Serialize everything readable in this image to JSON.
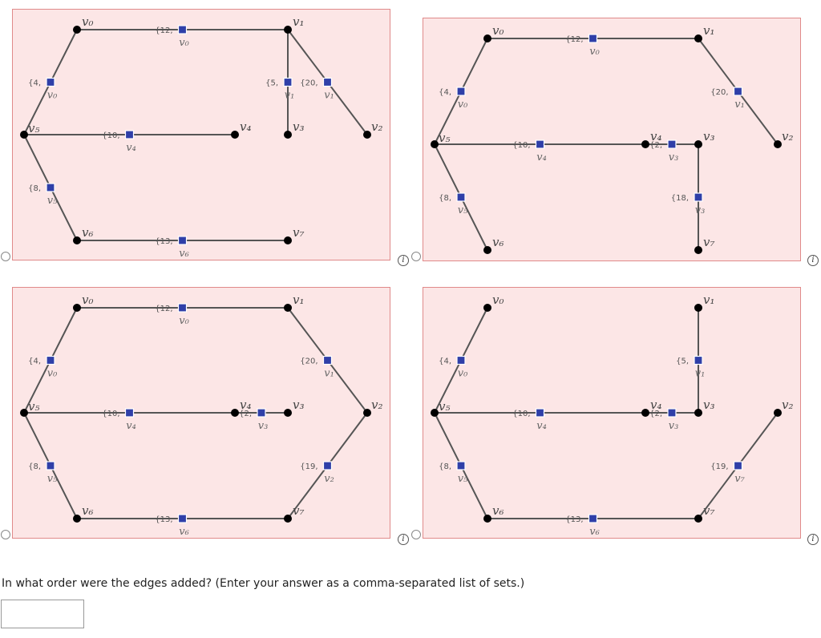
{
  "question": "In what order were the edges added? (Enter your answer as a comma-separated list of sets.)",
  "answer": {
    "value": "",
    "placeholder": ""
  },
  "info_glyph": "i",
  "panels": [
    {
      "vertices": [
        {
          "id": "v0",
          "label": "v0"
        },
        {
          "id": "v1",
          "label": "v1"
        },
        {
          "id": "v2",
          "label": "v2"
        },
        {
          "id": "v3",
          "label": "v3"
        },
        {
          "id": "v4",
          "label": "v4"
        },
        {
          "id": "v5",
          "label": "v5"
        },
        {
          "id": "v6",
          "label": "v6"
        },
        {
          "id": "v7",
          "label": "v7"
        }
      ],
      "edges": [
        {
          "a": "v0",
          "b": "v1",
          "weight": "{12,",
          "from": "v0"
        },
        {
          "a": "v5",
          "b": "v0",
          "weight": "{4,",
          "from": "v0"
        },
        {
          "a": "v1",
          "b": "v3",
          "weight": "{5,",
          "from": "v1"
        },
        {
          "a": "v1",
          "b": "v2",
          "weight": "{20,",
          "from": "v1"
        },
        {
          "a": "v5",
          "b": "v4",
          "weight": "{10,",
          "from": "v4"
        },
        {
          "a": "v5",
          "b": "v6",
          "weight": "{8,",
          "from": "v5"
        },
        {
          "a": "v6",
          "b": "v7",
          "weight": "{13,",
          "from": "v6"
        }
      ]
    },
    {
      "vertices": [
        {
          "id": "v0",
          "label": "v0"
        },
        {
          "id": "v1",
          "label": "v1"
        },
        {
          "id": "v2",
          "label": "v2"
        },
        {
          "id": "v3",
          "label": "v3"
        },
        {
          "id": "v4",
          "label": "v4"
        },
        {
          "id": "v5",
          "label": "v5"
        },
        {
          "id": "v6",
          "label": "v6"
        },
        {
          "id": "v7",
          "label": "v7"
        }
      ],
      "edges": [
        {
          "a": "v0",
          "b": "v1",
          "weight": "{12,",
          "from": "v0"
        },
        {
          "a": "v5",
          "b": "v0",
          "weight": "{4,",
          "from": "v0"
        },
        {
          "a": "v1",
          "b": "v2",
          "weight": "{20,",
          "from": "v1"
        },
        {
          "a": "v5",
          "b": "v4",
          "weight": "{10,",
          "from": "v4"
        },
        {
          "a": "v4",
          "b": "v3",
          "weight": "{2,",
          "from": "v3"
        },
        {
          "a": "v3",
          "b": "v7",
          "weight": "{18,",
          "from": "v3"
        },
        {
          "a": "v5",
          "b": "v6",
          "weight": "{8,",
          "from": "v5"
        }
      ]
    },
    {
      "vertices": [
        {
          "id": "v0",
          "label": "v0"
        },
        {
          "id": "v1",
          "label": "v1"
        },
        {
          "id": "v2",
          "label": "v2"
        },
        {
          "id": "v3",
          "label": "v3"
        },
        {
          "id": "v4",
          "label": "v4"
        },
        {
          "id": "v5",
          "label": "v5"
        },
        {
          "id": "v6",
          "label": "v6"
        },
        {
          "id": "v7",
          "label": "v7"
        }
      ],
      "edges": [
        {
          "a": "v0",
          "b": "v1",
          "weight": "{12,",
          "from": "v0"
        },
        {
          "a": "v5",
          "b": "v0",
          "weight": "{4,",
          "from": "v0"
        },
        {
          "a": "v1",
          "b": "v2",
          "weight": "{20,",
          "from": "v1"
        },
        {
          "a": "v5",
          "b": "v4",
          "weight": "{10,",
          "from": "v4"
        },
        {
          "a": "v4",
          "b": "v3",
          "weight": "{2,",
          "from": "v3"
        },
        {
          "a": "v7",
          "b": "v2",
          "weight": "{19,",
          "from": "v2"
        },
        {
          "a": "v5",
          "b": "v6",
          "weight": "{8,",
          "from": "v5"
        },
        {
          "a": "v6",
          "b": "v7",
          "weight": "{13,",
          "from": "v6"
        }
      ]
    },
    {
      "vertices": [
        {
          "id": "v0",
          "label": "v0"
        },
        {
          "id": "v1",
          "label": "v1"
        },
        {
          "id": "v2",
          "label": "v2"
        },
        {
          "id": "v3",
          "label": "v3"
        },
        {
          "id": "v4",
          "label": "v4"
        },
        {
          "id": "v5",
          "label": "v5"
        },
        {
          "id": "v6",
          "label": "v6"
        },
        {
          "id": "v7",
          "label": "v7"
        }
      ],
      "edges": [
        {
          "a": "v5",
          "b": "v0",
          "weight": "{4,",
          "from": "v0"
        },
        {
          "a": "v1",
          "b": "v3",
          "weight": "{5,",
          "from": "v1"
        },
        {
          "a": "v5",
          "b": "v4",
          "weight": "{10,",
          "from": "v4"
        },
        {
          "a": "v4",
          "b": "v3",
          "weight": "{2,",
          "from": "v3"
        },
        {
          "a": "v7",
          "b": "v2",
          "weight": "{19,",
          "from": "v7"
        },
        {
          "a": "v5",
          "b": "v6",
          "weight": "{8,",
          "from": "v5"
        },
        {
          "a": "v6",
          "b": "v7",
          "weight": "{13,",
          "from": "v6"
        }
      ]
    }
  ]
}
